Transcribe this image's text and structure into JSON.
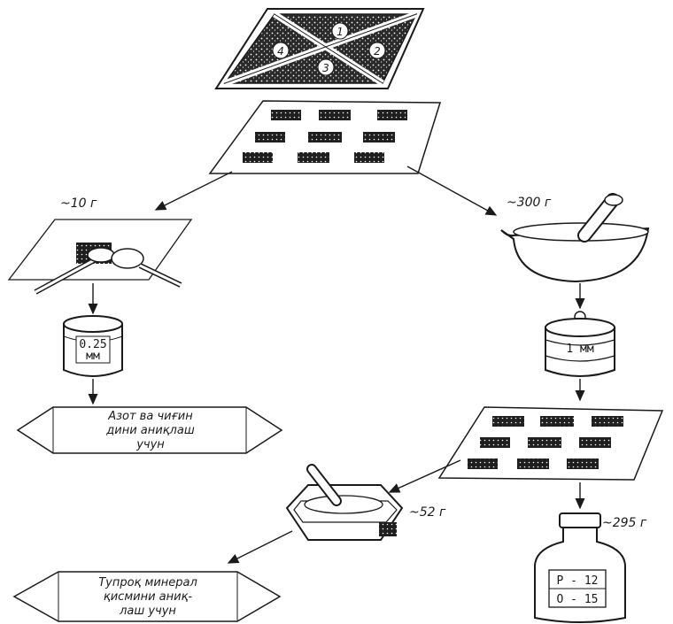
{
  "plot": {
    "numbers": [
      "1",
      "2",
      "3",
      "4"
    ]
  },
  "weights": {
    "left_sample": "~10 г",
    "right_sample": "~300 г",
    "mortar_sample": "~52 г",
    "bottle_sample": "~295 г"
  },
  "can": {
    "label_line1": "0.25",
    "label_line2": "мм"
  },
  "drum": {
    "label": "1 мм"
  },
  "bottle": {
    "label_line1": "Р - 12",
    "label_line2": "О - 15"
  },
  "banners": {
    "top": [
      "Азот ва чиғин",
      "дини аниқлаш",
      "учун"
    ],
    "bottom": [
      "Тупроқ минерал",
      "қисмини аниқ-",
      "лаш учун"
    ]
  }
}
